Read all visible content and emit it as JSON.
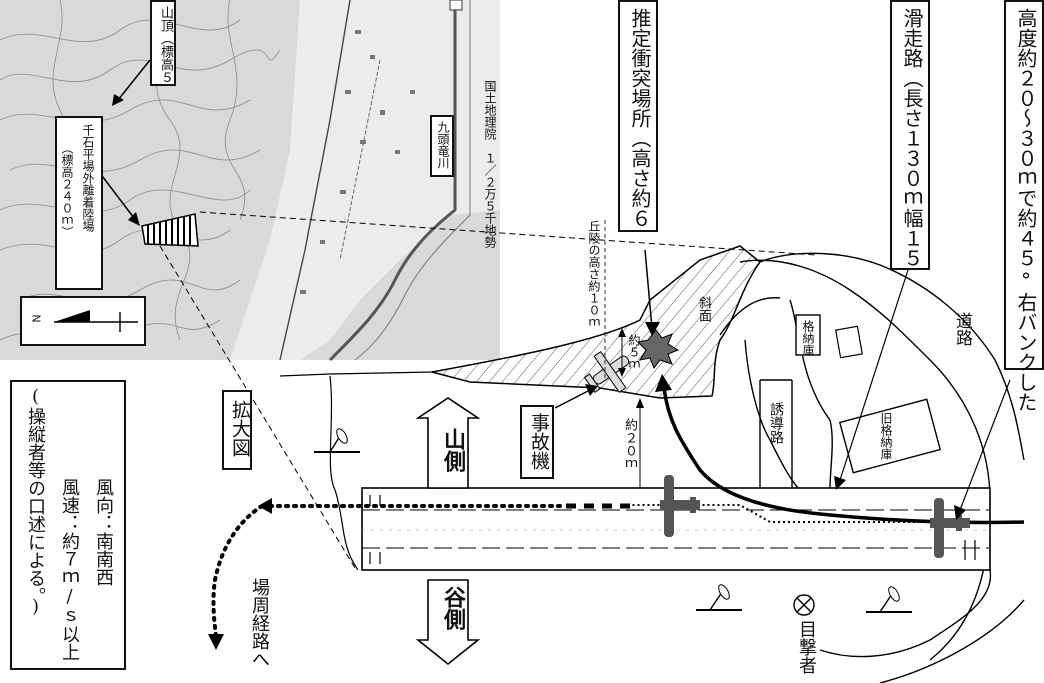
{
  "map": {
    "source": "国土地理院　１／２万５千地勢",
    "river": "九頭竜川",
    "peak": "山頂（標高５",
    "site_name": "千石平場外離着陸場",
    "site_elev": "（標高２４０ｍ）",
    "north": "N"
  },
  "labels": {
    "impact": "推定衝突場所（高さ約６",
    "runway": "滑走路（長さ１３０ｍ幅１５",
    "bank": "高度約２０～３０ｍで約４５°右バンクした",
    "aircraft": "事故機",
    "zoom": "拡大図",
    "mountain": "山側",
    "valley": "谷側",
    "taxiway": "誘導路",
    "hangar": "格納庫",
    "old_hangar": "旧格納庫",
    "road": "道路",
    "witness": "目撃者",
    "pattern": "場周経路へ",
    "hill": "丘陵の高さ約１０ｍ",
    "slope": "斜面",
    "five_m": "約５ｍ",
    "twenty_m": "約２０ｍ"
  },
  "wind": {
    "direction": "風向：南南西",
    "speed": "風速：約７ｍ/ｓ以上",
    "note": "(操縦者等の口述による。)"
  }
}
